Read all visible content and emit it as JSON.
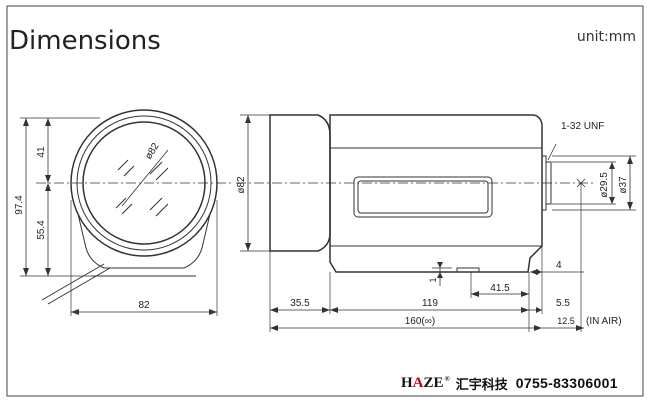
{
  "title": "Dimensions",
  "unit": "unit:mm",
  "front_view": {
    "diameter_label": "ø82",
    "height_total": "97.4",
    "height_upper": "41",
    "height_lower": "55.4",
    "width": "82"
  },
  "side_view": {
    "body_diameter": "ø82",
    "thread": "1-32 UNF",
    "mount_diameter_1": "ø29.5",
    "mount_diameter_2": "ø37",
    "dim_1": "1",
    "dim_4": "4",
    "dim_41_5": "41.5",
    "dim_35_5": "35.5",
    "dim_119": "119",
    "dim_5_5": "5.5",
    "dim_160": "160(∞)",
    "dim_12_5": "12.5",
    "in_air": "(IN AIR)"
  },
  "footer": {
    "logo_h": "H",
    "logo_a": "A",
    "logo_ze": "ZE",
    "logo_reg": "®",
    "company": "汇宇科技",
    "phone": "0755-83306001"
  }
}
